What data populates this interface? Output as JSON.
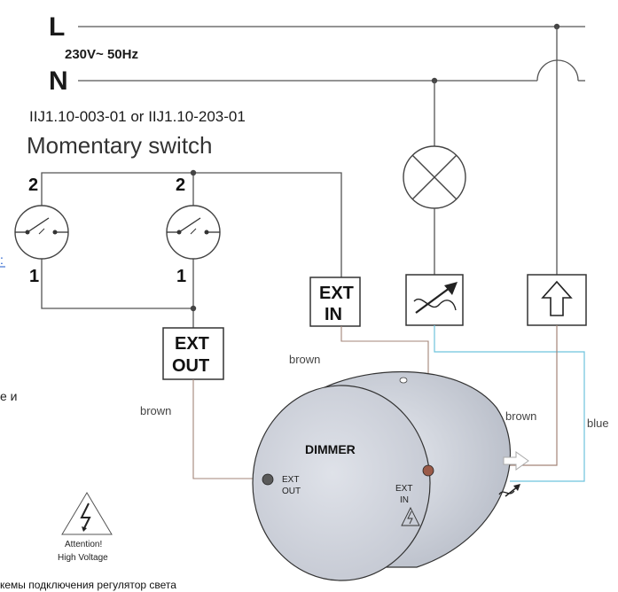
{
  "lines": {
    "L": "L",
    "N": "N",
    "voltage": "230V~ 50Hz"
  },
  "switch": {
    "model": "IIJ1.10-003-01  or  IIJ1.10-203-01",
    "type": "Momentary switch"
  },
  "terminals": {
    "pin2": "2",
    "pin1": "1"
  },
  "boxes": {
    "ext_in_line1": "EXT",
    "ext_in_line2": "IN",
    "ext_out_line1": "EXT",
    "ext_out_line2": "OUT"
  },
  "wires": {
    "brown": "brown",
    "blue": "blue"
  },
  "dimmer": {
    "label": "DIMMER",
    "ext_out_line1": "EXT",
    "ext_out_line2": "OUT",
    "ext_in_line1": "EXT",
    "ext_in_line2": "IN"
  },
  "warning": {
    "line1": "Attention!",
    "line2": "High Voltage"
  },
  "caption": "кемы подключения регулятор света",
  "side_text": "е и",
  "side_link": ":",
  "colors": {
    "brown_wire": "#b08878",
    "blue_wire": "#6ec3dd",
    "line": "#555555",
    "dimmer_fill": "#d2d6df"
  }
}
